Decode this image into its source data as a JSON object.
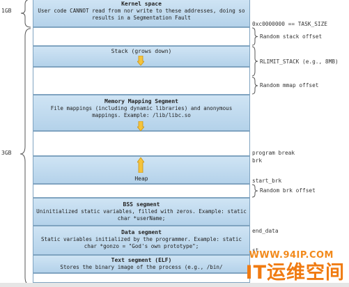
{
  "segments": {
    "kernel": {
      "title": "Kernel space",
      "desc": "User code CANNOT read from nor write to these addresses, doing so results in a Segmentation Fault"
    },
    "stack": {
      "title": "Stack (grows down)"
    },
    "mmap": {
      "title": "Memory Mapping Segment",
      "desc": "File mappings (including dynamic libraries) and anonymous mappings. Example: /lib/libc.so"
    },
    "heap": {
      "title": "Heap"
    },
    "bss": {
      "title": "BSS segment",
      "desc": "Uninitialized static variables, filled with zeros. Example: static char *userName;"
    },
    "data": {
      "title": "Data segment",
      "desc": "Static variables initialized by the programmer. Example: static char *gonzo = \"God's own prototype\";"
    },
    "text": {
      "title": "Text segment (ELF)",
      "desc": "Stores the binary image of the process (e.g., /bin/"
    }
  },
  "sizes": {
    "kernel": "1GB",
    "user": "3GB"
  },
  "notes": {
    "task_size": "0xc0000000 == TASK_SIZE",
    "stack_offset": "Random stack offset",
    "rlimit": "RLIMIT_STACK (e.g., 8MB)",
    "mmap_offset": "Random mmap offset",
    "program_break": "program break",
    "brk": "brk",
    "start_brk": "start_brk",
    "brk_offset": "Random brk offset",
    "end_data": "end_data",
    "st": "st"
  },
  "watermark": {
    "url": "WWW.94IP.COM",
    "title": "IT运维空间"
  },
  "colors": {
    "segment_fill": "#c3dbef",
    "segment_border": "#7fa3c0",
    "arrow_fill": "#f5c33b",
    "watermark": "#f07b12"
  }
}
